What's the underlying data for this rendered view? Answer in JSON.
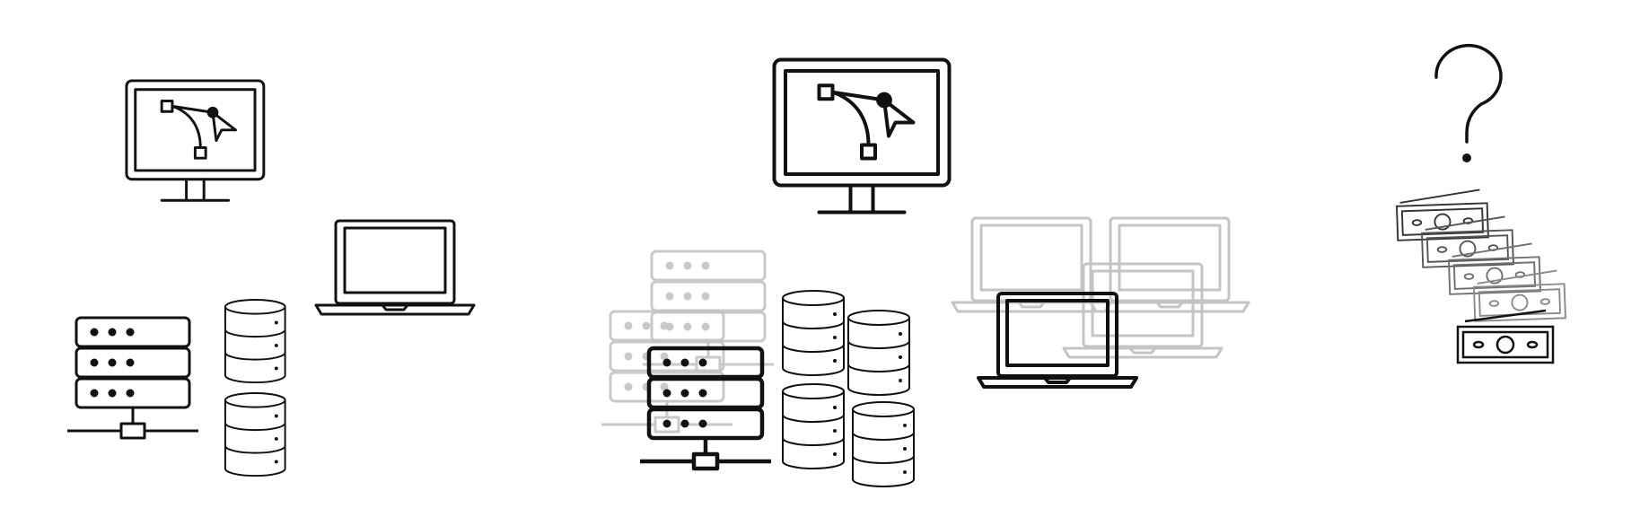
{
  "colors": {
    "stroke": "#111111",
    "faded": "#c4c4c4",
    "mid": "#707070",
    "background": "#ffffff"
  },
  "groups": [
    {
      "name": "group-simple",
      "icons": [
        "design-monitor-icon",
        "laptop-icon",
        "server-rack-icon",
        "database-icon",
        "database-icon"
      ]
    },
    {
      "name": "group-scaled",
      "icons": [
        "design-monitor-icon",
        "server-rack-icon",
        "database-icon",
        "database-icon",
        "database-icon",
        "database-icon",
        "laptop-icon"
      ]
    },
    {
      "name": "group-cost",
      "icons": [
        "question-mark-icon",
        "money-bill-icon"
      ]
    }
  ]
}
